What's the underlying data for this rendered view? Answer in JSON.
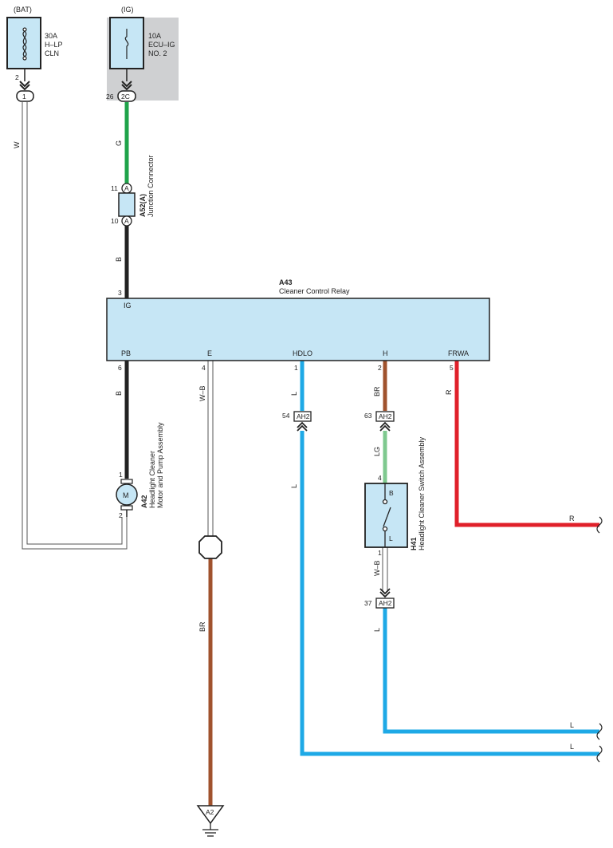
{
  "colors": {
    "wire_G": "#1fa34a",
    "wire_B": "#222222",
    "wire_BR": "#a0522d",
    "wire_L": "#1ea9e6",
    "wire_R": "#e0202a",
    "wire_LG": "#7fc98f",
    "wire_W": "#ffffff",
    "component_fill": "#c6e6f5",
    "ig_region_fill": "#cfd0d2"
  },
  "sources": {
    "bat": {
      "label": "(BAT)",
      "fuse": [
        "30A",
        "H–LP",
        "CLN"
      ],
      "pin": "2",
      "connector": "1"
    },
    "ig": {
      "label": "(IG)",
      "fuse": [
        "10A",
        "ECU–IG",
        "NO. 2"
      ],
      "pin": "26",
      "connector": "2C"
    }
  },
  "junction": {
    "code": "A52(A)",
    "name": "Junction Connector",
    "pin_top": "11",
    "pin_bottom": "10",
    "pin_letter": "A"
  },
  "relay": {
    "code": "A43",
    "name": "Cleaner Control Relay",
    "top_pin": "3",
    "top_label": "IG",
    "terminals": [
      {
        "label": "PB",
        "pin": "6"
      },
      {
        "label": "E",
        "pin": "4"
      },
      {
        "label": "HDLO",
        "pin": "1"
      },
      {
        "label": "H",
        "pin": "2"
      },
      {
        "label": "FRWA",
        "pin": "5"
      }
    ]
  },
  "motor": {
    "code": "A42",
    "name": [
      "Headlight Cleaner",
      "Motor and Pump Assembly"
    ],
    "symbol": "M",
    "pin_top": "1",
    "pin_bottom": "2"
  },
  "switch": {
    "code": "H41",
    "name": "Headlight Cleaner Switch Assembly",
    "pin_top": "4",
    "pin_bottom": "1",
    "contact_top": "B",
    "contact_bottom": "L"
  },
  "connectors": [
    {
      "pin": "54",
      "label": "AH2"
    },
    {
      "pin": "63",
      "label": "AH2"
    },
    {
      "pin": "37",
      "label": "AH2"
    }
  ],
  "ground": {
    "label": "A2"
  },
  "wire_labels": {
    "w": "W",
    "g": "G",
    "b1": "B",
    "b2": "B",
    "wb1": "W–B",
    "l1": "L",
    "br1": "BR",
    "r1": "R",
    "l2": "L",
    "lg": "LG",
    "wb2": "W–B",
    "l3": "L",
    "br2": "BR",
    "r_right": "R",
    "l_right1": "L",
    "l_right2": "L"
  }
}
